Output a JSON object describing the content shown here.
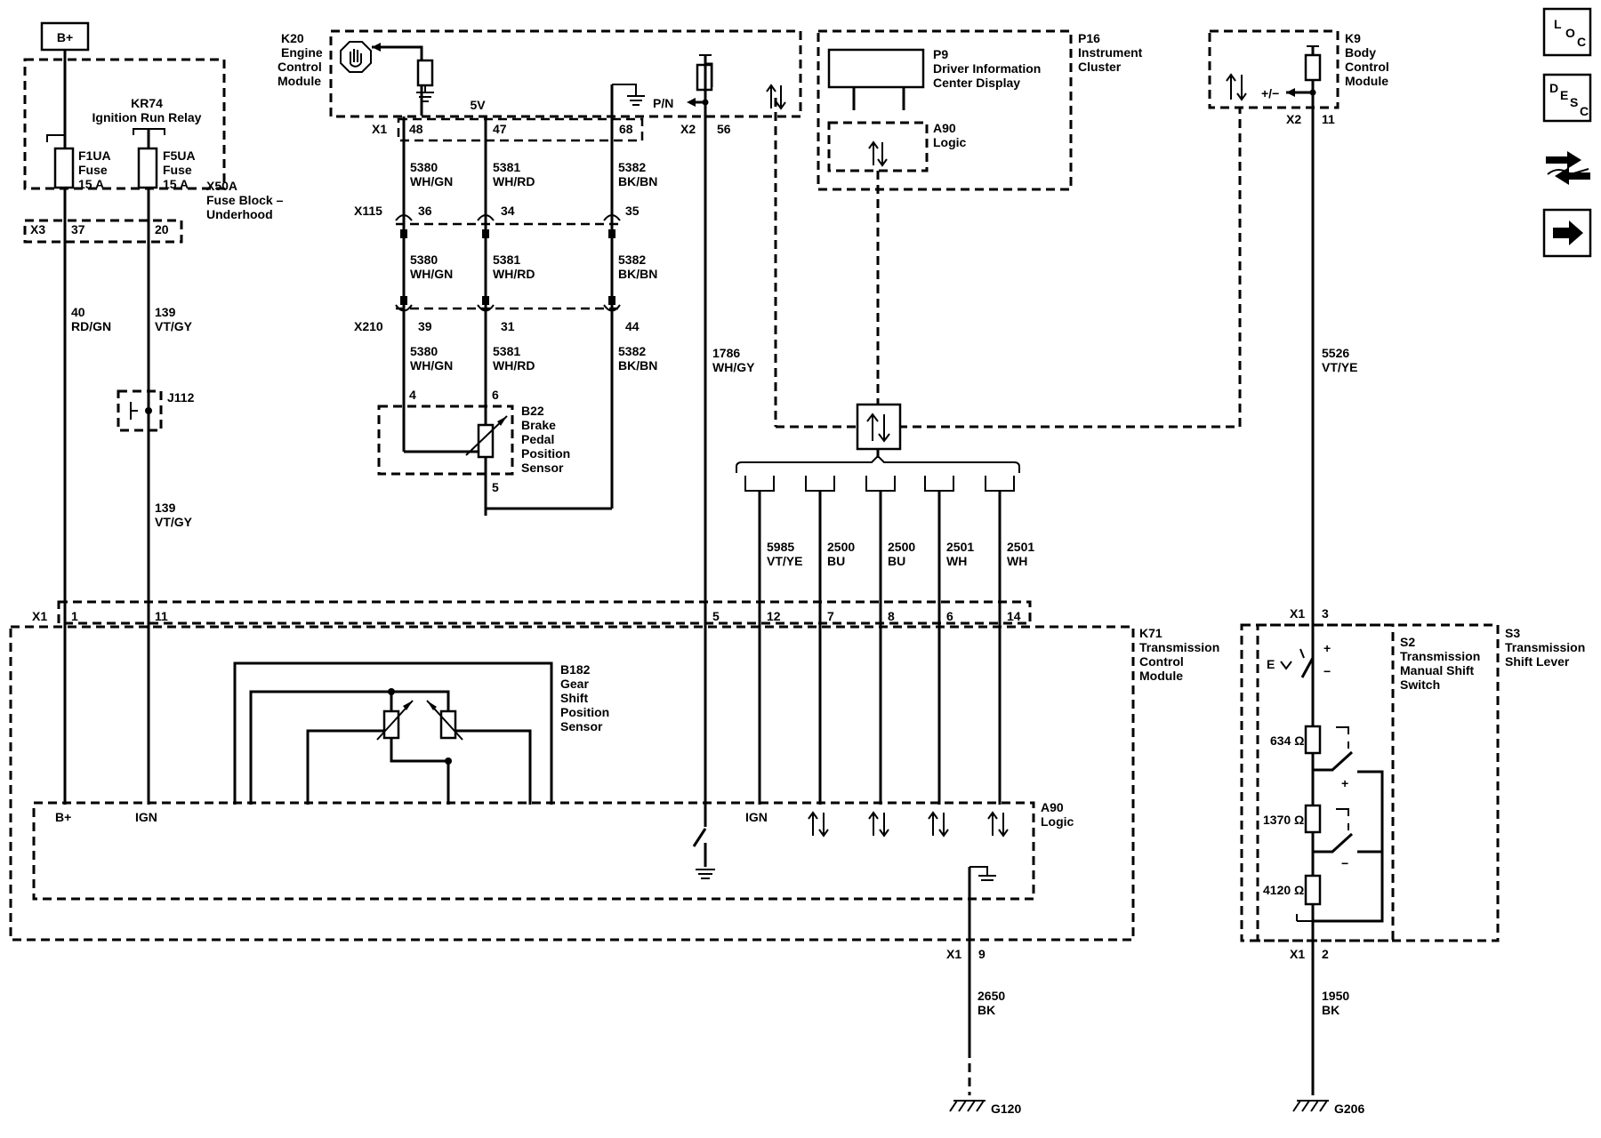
{
  "battery": "B+",
  "components": {
    "k20": [
      "K20",
      "Engine",
      "Control",
      "Module"
    ],
    "p16": [
      "P16",
      "Instrument",
      "Cluster"
    ],
    "p9": [
      "P9",
      "Driver Information",
      "Center Display"
    ],
    "a90_p9": [
      "A90",
      "Logic"
    ],
    "k9": [
      "K9",
      "Body",
      "Control",
      "Module"
    ],
    "kr74": [
      "KR74",
      "Ignition Run Relay"
    ],
    "f1ua": [
      "F1UA",
      "Fuse",
      "15 A"
    ],
    "f5ua": [
      "F5UA",
      "Fuse",
      "15 A"
    ],
    "x50a": [
      "X50A",
      "Fuse Block –",
      "Underhood"
    ],
    "j112": "J112",
    "b22": [
      "B22",
      "Brake",
      "Pedal",
      "Position",
      "Sensor"
    ],
    "b182": [
      "B182",
      "Gear",
      "Shift",
      "Position",
      "Sensor"
    ],
    "k71": [
      "K71",
      "Transmission",
      "Control",
      "Module"
    ],
    "a90_k71": [
      "A90",
      "Logic"
    ],
    "s2": [
      "S2",
      "Transmission",
      "Manual Shift",
      "Switch"
    ],
    "s3": [
      "S3",
      "Transmission",
      "Shift Lever"
    ],
    "g120": "G120",
    "g206": "G206"
  },
  "connectors": {
    "x3": "X3",
    "x1_k20": "X1",
    "x2_k20": "X2",
    "x115": "X115",
    "x210": "X210",
    "x1_k71": "X1",
    "x2_k9": "X2",
    "x1_s2": "X1",
    "x1_s2b": "X1",
    "x1_g120": "X1"
  },
  "pins": {
    "x3_37": "37",
    "x3_20": "20",
    "k20_48": "48",
    "k20_47": "47",
    "k20_68": "68",
    "k20_56": "56",
    "x115_36": "36",
    "x115_34": "34",
    "x115_35": "35",
    "x210_39": "39",
    "x210_31": "31",
    "x210_44": "44",
    "b22_4": "4",
    "b22_6": "6",
    "b22_5": "5",
    "k71_1": "1",
    "k71_11": "11",
    "k71_5": "5",
    "k71_12": "12",
    "k71_7": "7",
    "k71_8": "8",
    "k71_6": "6",
    "k71_14": "14",
    "k71_9": "9",
    "k9_11": "11",
    "s2_3": "3",
    "s2_2": "2"
  },
  "signals": {
    "v5": "5V",
    "pn": "P/N",
    "plusminus": "+/−",
    "bplus": "B+",
    "ign": "IGN",
    "ign2": "IGN",
    "plus_sw": "+",
    "minus_sw": "−",
    "ev": "E",
    "plus2": "+",
    "minus2": "−"
  },
  "resistors": {
    "r634": "634 Ω",
    "r1370": "1370 Ω",
    "r4120": "4120 Ω"
  },
  "wires": {
    "w40": [
      "40",
      "RD/GN"
    ],
    "w139a": [
      "139",
      "VT/GY"
    ],
    "w139b": [
      "139",
      "VT/GY"
    ],
    "w5380a": [
      "5380",
      "WH/GN"
    ],
    "w5381a": [
      "5381",
      "WH/RD"
    ],
    "w5382a": [
      "5382",
      "BK/BN"
    ],
    "w5380b": [
      "5380",
      "WH/GN"
    ],
    "w5381b": [
      "5381",
      "WH/RD"
    ],
    "w5382b": [
      "5382",
      "BK/BN"
    ],
    "w5380c": [
      "5380",
      "WH/GN"
    ],
    "w5381c": [
      "5381",
      "WH/RD"
    ],
    "w5382c": [
      "5382",
      "BK/BN"
    ],
    "w1786": [
      "1786",
      "WH/GY"
    ],
    "w5985": [
      "5985",
      "VT/YE"
    ],
    "w2500a": [
      "2500",
      "BU"
    ],
    "w2500b": [
      "2500",
      "BU"
    ],
    "w2501a": [
      "2501",
      "WH"
    ],
    "w2501b": [
      "2501",
      "WH"
    ],
    "w5526": [
      "5526",
      "VT/YE"
    ],
    "w2650": [
      "2650",
      "BK"
    ],
    "w1950": [
      "1950",
      "BK"
    ]
  },
  "nav": {
    "loc": [
      "L",
      "O",
      "C"
    ],
    "desc": [
      "D",
      "E",
      "S",
      "C"
    ]
  }
}
